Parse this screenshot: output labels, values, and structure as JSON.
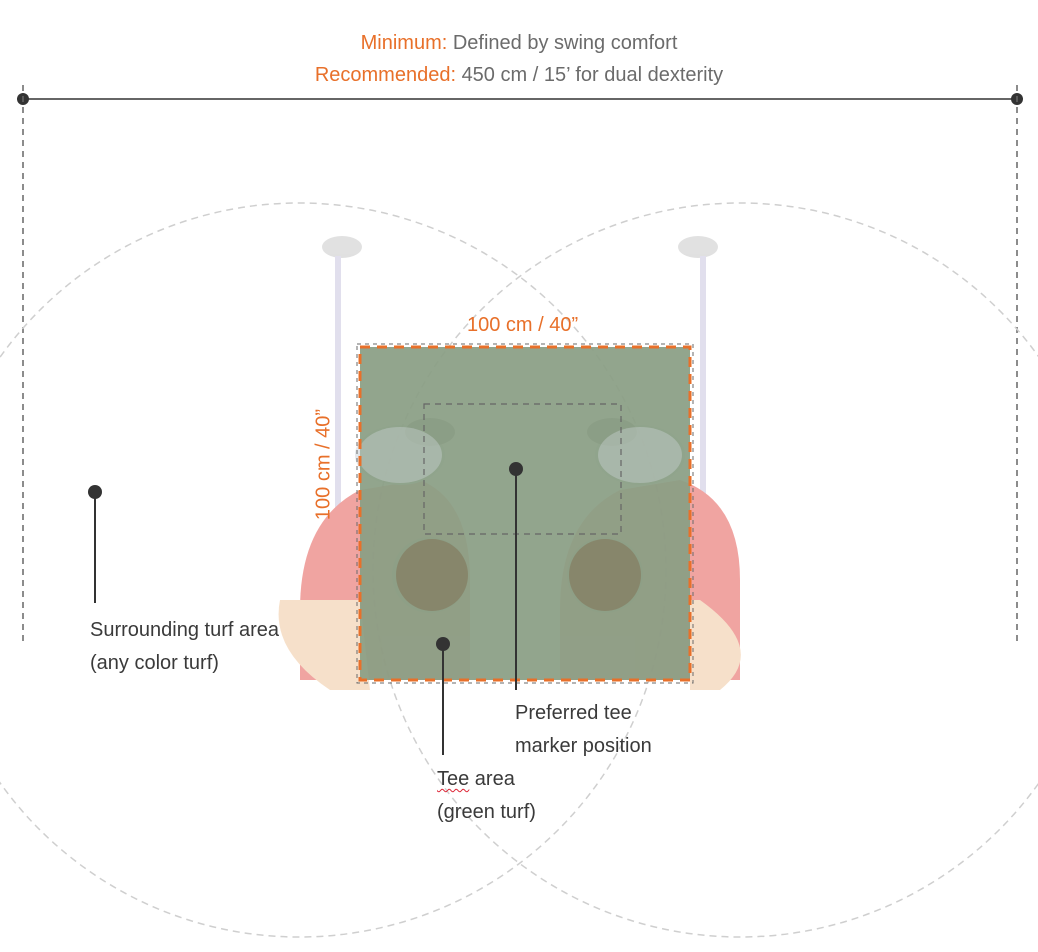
{
  "header": {
    "line1_label": "Minimum:",
    "line1_text": "Defined by swing comfort",
    "line2_label": "Recommended:",
    "line2_text": "450 cm / 15’ for dual dexterity"
  },
  "tee_area": {
    "width_label": "100 cm / 40”",
    "height_label": "100 cm / 40”"
  },
  "callouts": {
    "surrounding_line1": "Surrounding turf area",
    "surrounding_line2": "(any color turf)",
    "preferred_line1": "Preferred tee",
    "preferred_line2": "marker position",
    "tee_line1_a": "Tee",
    "tee_line1_b": " area",
    "tee_line2": "(green turf)"
  },
  "colors": {
    "accent": "#e8702a",
    "tee_turf": "#8a9e84",
    "text": "#3a3a3a",
    "dimension_line": "#333333"
  }
}
